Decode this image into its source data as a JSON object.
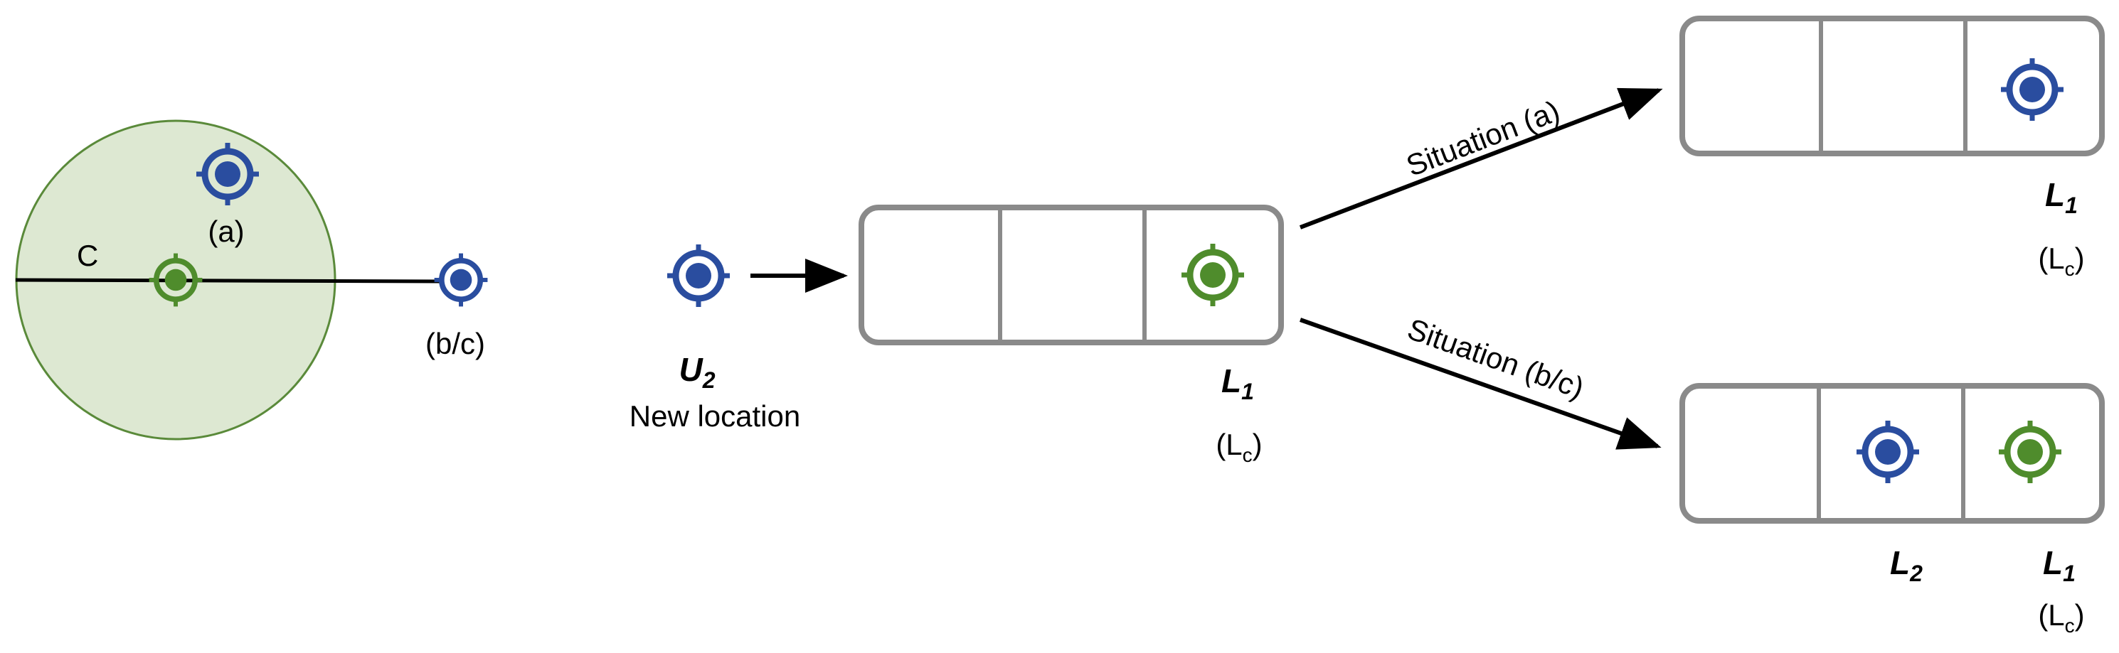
{
  "colors": {
    "blue": "#2a4d9f",
    "green": "#4f8c2c",
    "circle_fill": "#dde8d2",
    "circle_stroke": "#5a8a3a",
    "box_stroke": "#8a8a8a",
    "line": "#000000"
  },
  "icons": {
    "blue_marker": "location-target-icon",
    "green_marker": "location-target-icon"
  },
  "left": {
    "radius_label": "C",
    "point_a_label": "(a)",
    "point_bc_label": "(b/c)"
  },
  "user": {
    "name": "U",
    "subscript": "2",
    "caption": "New location"
  },
  "middle_list": {
    "slot_label": "L",
    "slot_sub": "1",
    "cache_open": "(L",
    "cache_sub": "c",
    "cache_close": ")"
  },
  "branches": {
    "a_label": "Situation (a)",
    "bc_label": "Situation (b/c)"
  },
  "top_list": {
    "slot_label": "L",
    "slot_sub": "1",
    "cache_open": "(L",
    "cache_sub": "c",
    "cache_close": ")"
  },
  "bottom_list": {
    "l2_label": "L",
    "l2_sub": "2",
    "l1_label": "L",
    "l1_sub": "1",
    "cache_open": "(L",
    "cache_sub": "c",
    "cache_close": ")"
  }
}
